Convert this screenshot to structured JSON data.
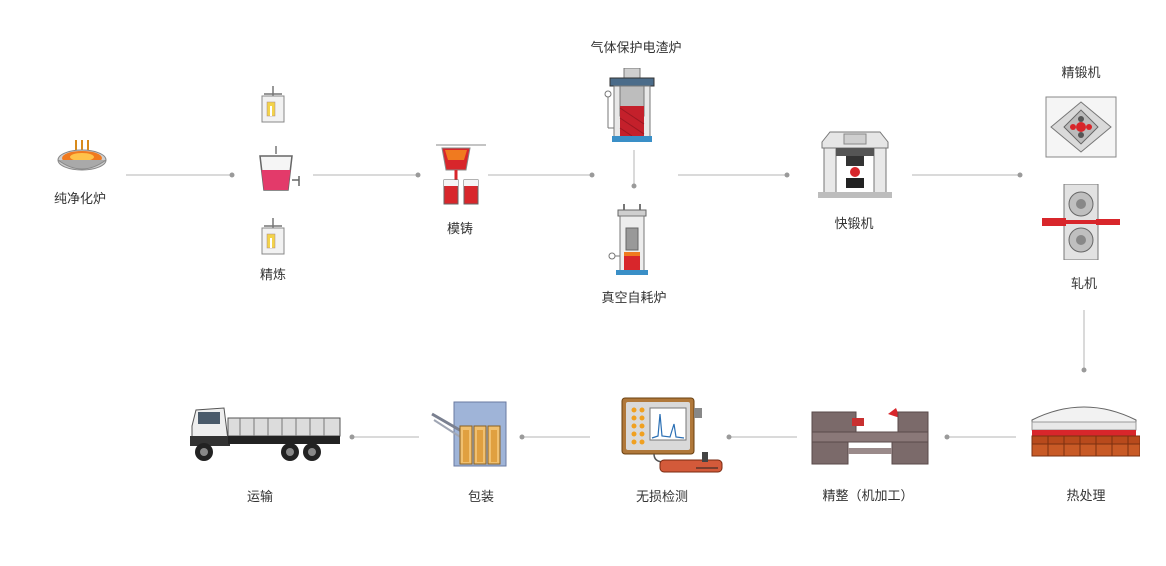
{
  "steps": {
    "purify": "纯净化炉",
    "refine": "精炼",
    "mold_cast": "模铸",
    "esr": "气体保护电渣炉",
    "var": "真空自耗炉",
    "fast_forge": "快锻机",
    "precision_forge": "精锻机",
    "rolling": "轧机",
    "heat_treat": "热处理",
    "finishing": "精整（机加工）",
    "ndt": "无损检测",
    "packaging": "包装",
    "transport": "运输"
  },
  "colors": {
    "connector": "#b5b5b5",
    "node": "#9a9a9a",
    "molten": "#d8262b",
    "machine_gray": "#8f8f8f"
  }
}
